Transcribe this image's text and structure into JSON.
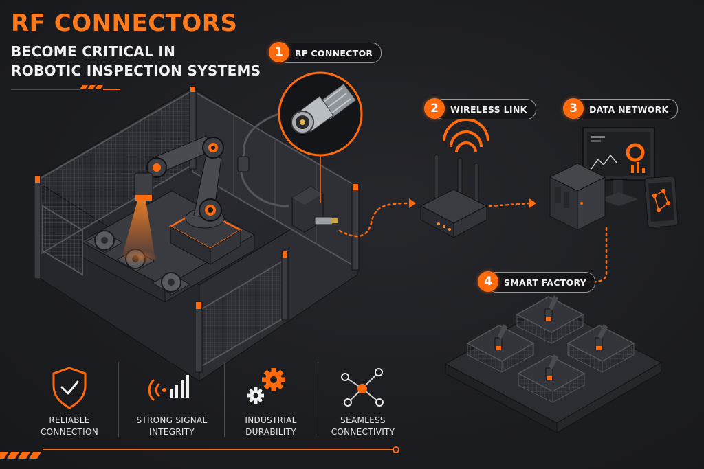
{
  "header": {
    "title": "RF CONNECTORS",
    "subtitle_line1": "BECOME CRITICAL IN",
    "subtitle_line2": "ROBOTIC INSPECTION SYSTEMS"
  },
  "callouts": [
    {
      "number": "1",
      "label": "RF CONNECTOR"
    },
    {
      "number": "2",
      "label": "WIRELESS LINK"
    },
    {
      "number": "3",
      "label": "DATA NETWORK"
    },
    {
      "number": "4",
      "label": "SMART FACTORY"
    }
  ],
  "features": [
    {
      "label": "RELIABLE\nCONNECTION",
      "icon": "shield-check-icon"
    },
    {
      "label": "STRONG SIGNAL\nINTEGRITY",
      "icon": "signal-bars-icon"
    },
    {
      "label": "INDUSTRIAL\nDURABILITY",
      "icon": "gears-icon"
    },
    {
      "label": "SEAMLESS\nCONNECTIVITY",
      "icon": "network-nodes-icon"
    }
  ],
  "colors": {
    "accent": "#ff6a0d",
    "background": "#1c1d21",
    "text": "#f0f0f0",
    "metal_dark": "#2b2c31",
    "metal_mid": "#3a3b41"
  }
}
